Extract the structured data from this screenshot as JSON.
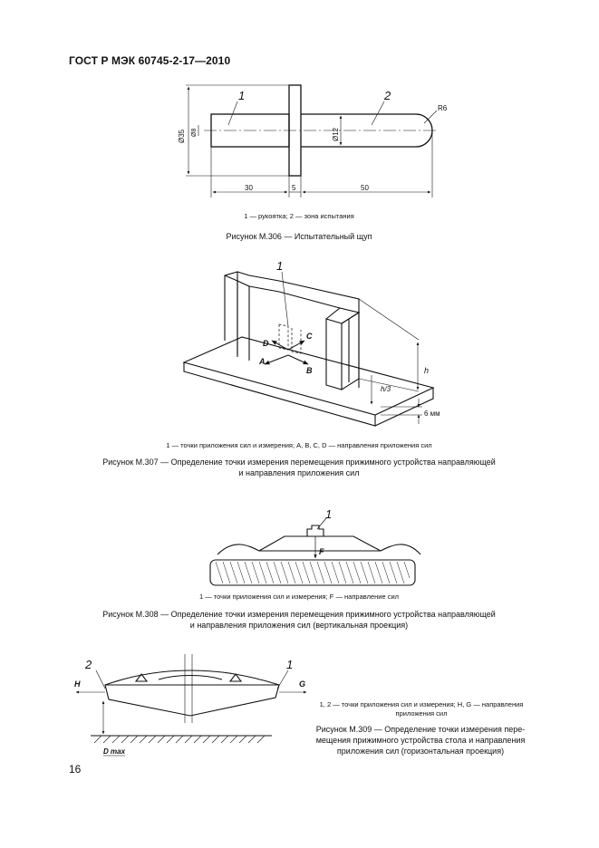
{
  "header": "ГОСТ Р МЭК 60745-2-17—2010",
  "page_number": "16",
  "fig306": {
    "callout_1": "1",
    "callout_2": "2",
    "radius": "R6",
    "dia_35": "Ø35",
    "dia_30": "Ø8",
    "dia_12": "Ø12",
    "dim_30": "30",
    "dim_5": "5",
    "dim_50": "50",
    "legend": "1 — рукоятка; 2 — зона испытания",
    "caption": "Рисунок М.306 — Испытательный щуп"
  },
  "fig307": {
    "callout_1": "1",
    "dir_a": "A",
    "dir_b": "B",
    "dir_c": "C",
    "dir_d": "D",
    "dim_h": "h",
    "dim_h3": "h/3",
    "dim_6mm": "6 мм",
    "legend": "1 — точки приложения сил и измерения; A, B, C, D — направления приложения сил",
    "caption_line1": "Рисунок М.307 — Определение точки измерения перемещения прижимного устройства направляющей",
    "caption_line2": "и направления приложения сил"
  },
  "fig308": {
    "callout_1": "1",
    "force_f": "F",
    "legend": "1 — точки приложения сил и измерения; F — направление сил",
    "caption_line1": "Рисунок М.308 — Определение точки измерения перемещения прижимного устройства направляющей",
    "caption_line2": "и направления приложения сил (вертикальная проекция)"
  },
  "fig309": {
    "callout_1": "1",
    "callout_2": "2",
    "force_h": "H",
    "force_g": "G",
    "d_max": "D max",
    "legend_line1": "1, 2 — точки приложения сил и измерения; H, G — направления",
    "legend_line2": "приложения сил",
    "caption_line1": "Рисунок М.309 — Определение точки измерения пере-",
    "caption_line2": "мещения прижимного устройства стола и направления",
    "caption_line3": "приложения сил (горизонтальная проекция)"
  }
}
